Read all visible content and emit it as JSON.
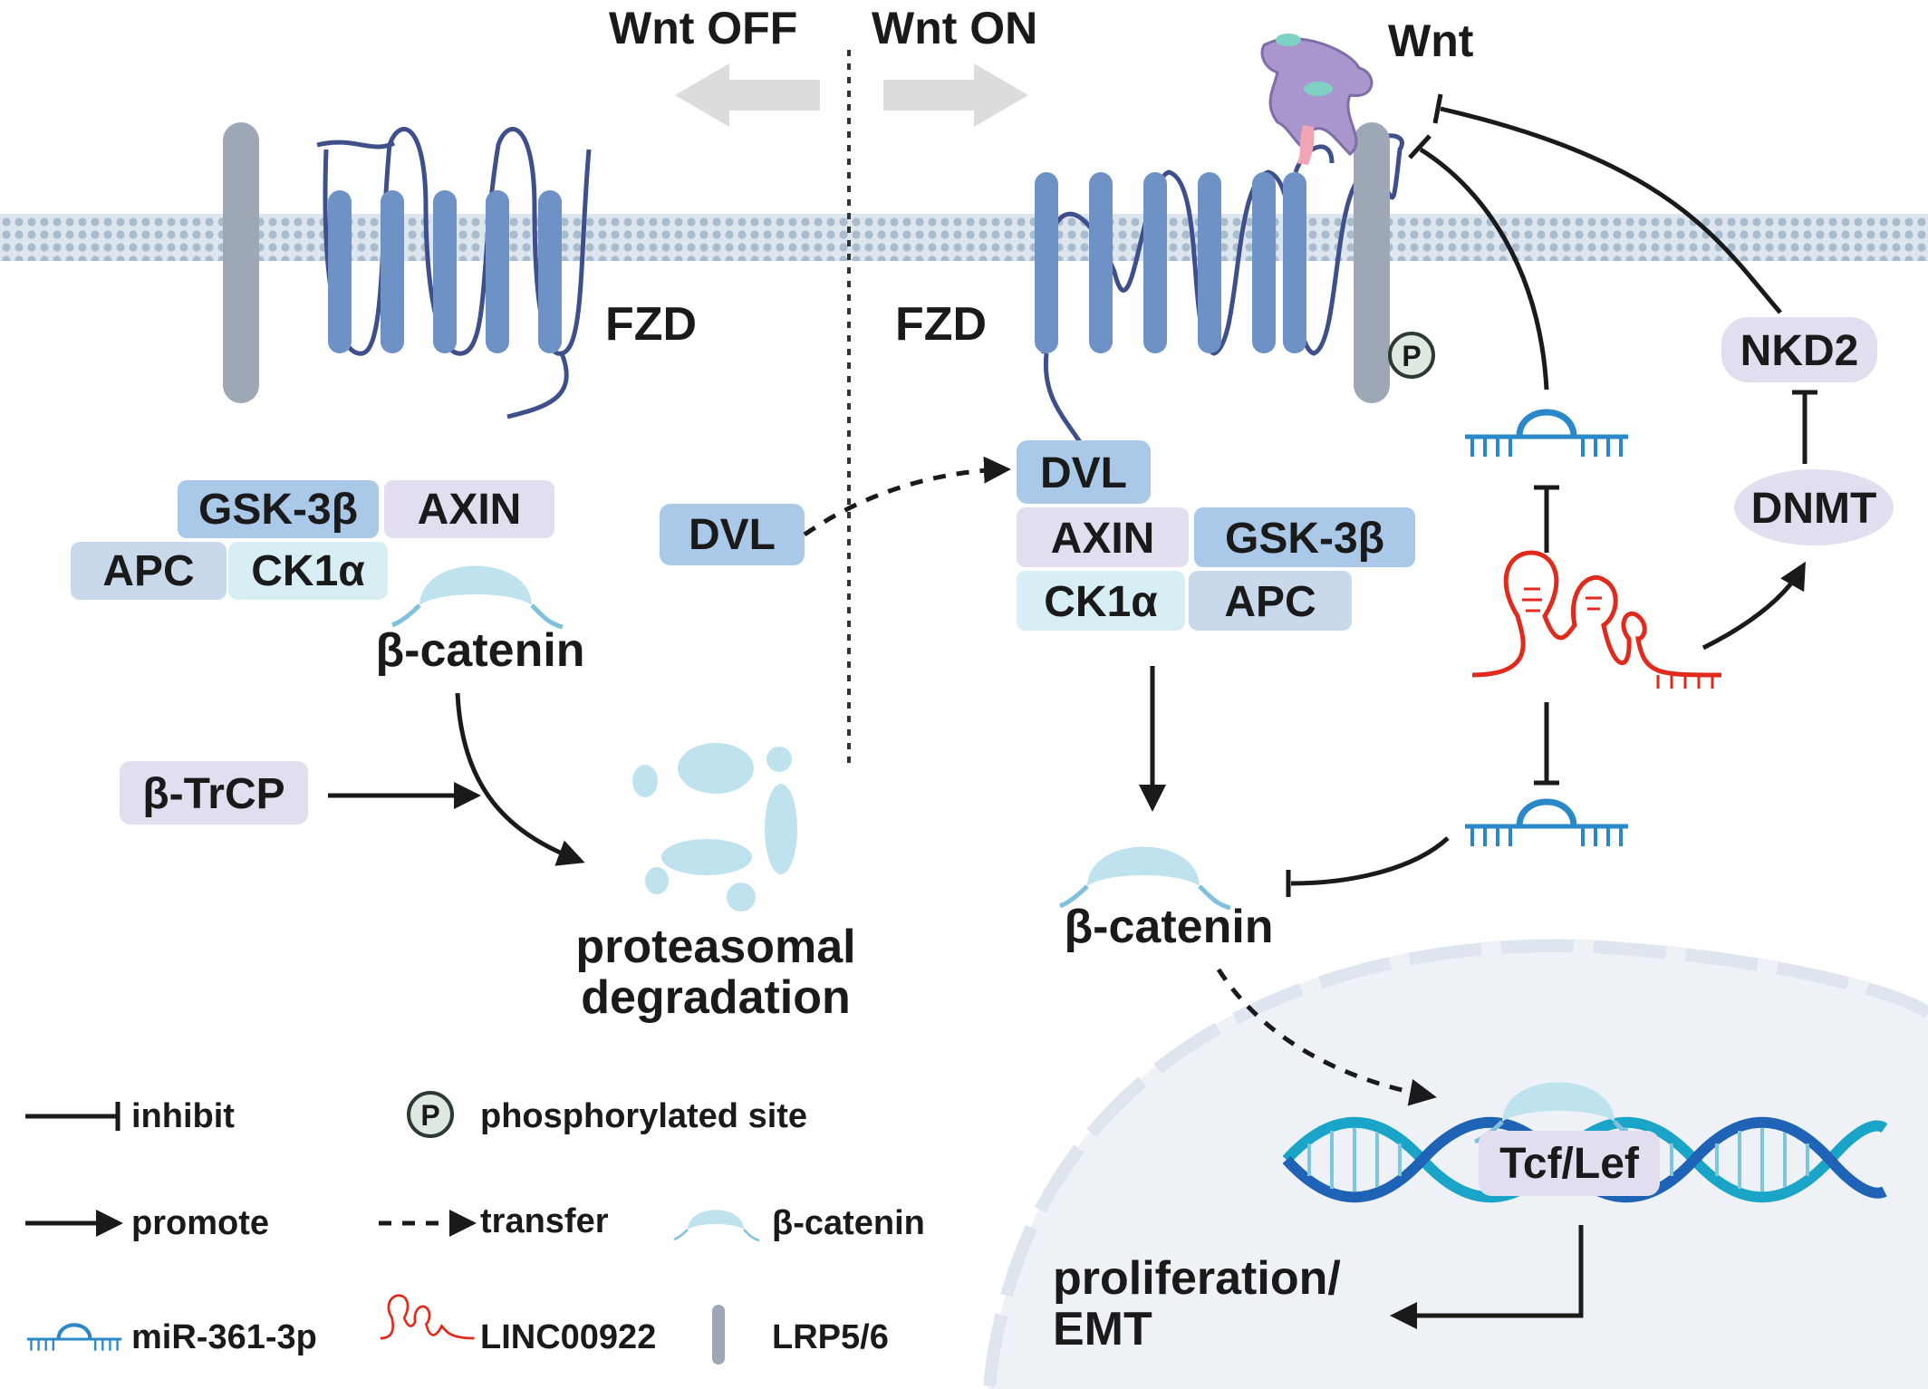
{
  "header": {
    "wnt_off": "Wnt OFF",
    "wnt_on": "Wnt ON",
    "wnt_ligand": "Wnt"
  },
  "receptors": {
    "fzd_left": "FZD",
    "fzd_right": "FZD",
    "phospho": "P"
  },
  "off_state": {
    "gsk": "GSK-3β",
    "axin": "AXIN",
    "apc": "APC",
    "ck1": "CK1α",
    "bcatenin": "β-catenin",
    "btrcp": "β-TrCP",
    "dvl": "DVL",
    "outcome_line1": "proteasomal",
    "outcome_line2": "degradation"
  },
  "on_state": {
    "dvl": "DVL",
    "axin": "AXIN",
    "gsk": "GSK-3β",
    "ck1": "CK1α",
    "apc": "APC",
    "bcatenin": "β-catenin",
    "tcf": "Tcf/Lef",
    "outcome_line1": "proliferation/",
    "outcome_line2": "EMT"
  },
  "regulators": {
    "nkd2": "NKD2",
    "dnmt": "DNMT"
  },
  "legend": {
    "inhibit": "inhibit",
    "phospho_site": "phosphorylated site",
    "promote": "promote",
    "transfer": "transfer",
    "bcatenin": "β-catenin",
    "mirna": "miR-361-3p",
    "lnc": "LINC00922",
    "lrp": "LRP5/6",
    "p": "P"
  },
  "colors": {
    "membrane": "#bfcfdc",
    "fzd": "#6f92c6",
    "lrp": "#9ea7b5",
    "bcatenin": "#bfe3ee",
    "box_blue": "#aac8e8",
    "box_purple": "#e2def0",
    "box_cyan": "#d6eef4",
    "mirna": "#2a88c8",
    "lnc": "#e02a1c",
    "nucleus": "#eef1f6",
    "wnt": "#a996cc"
  }
}
